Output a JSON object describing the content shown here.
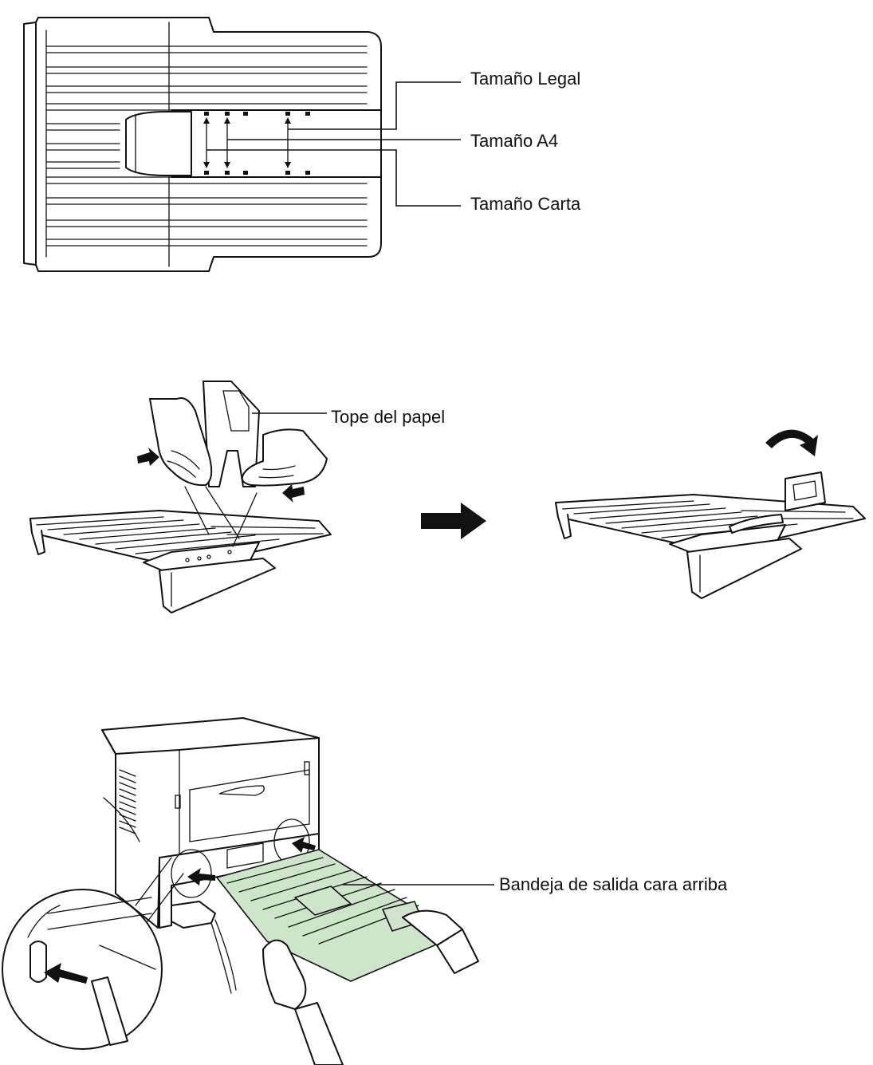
{
  "figure_tray_top_view": {
    "labels": {
      "legal": "Tamaño Legal",
      "a4": "Tamaño A4",
      "carta": "Tamaño Carta"
    }
  },
  "figure_paper_stop": {
    "labels": {
      "tope": "Tope del papel"
    }
  },
  "figure_face_up_tray": {
    "labels": {
      "bandeja": "Bandeja de salida cara arriba"
    },
    "colors": {
      "tray_fill": "#cfe5cb"
    }
  }
}
